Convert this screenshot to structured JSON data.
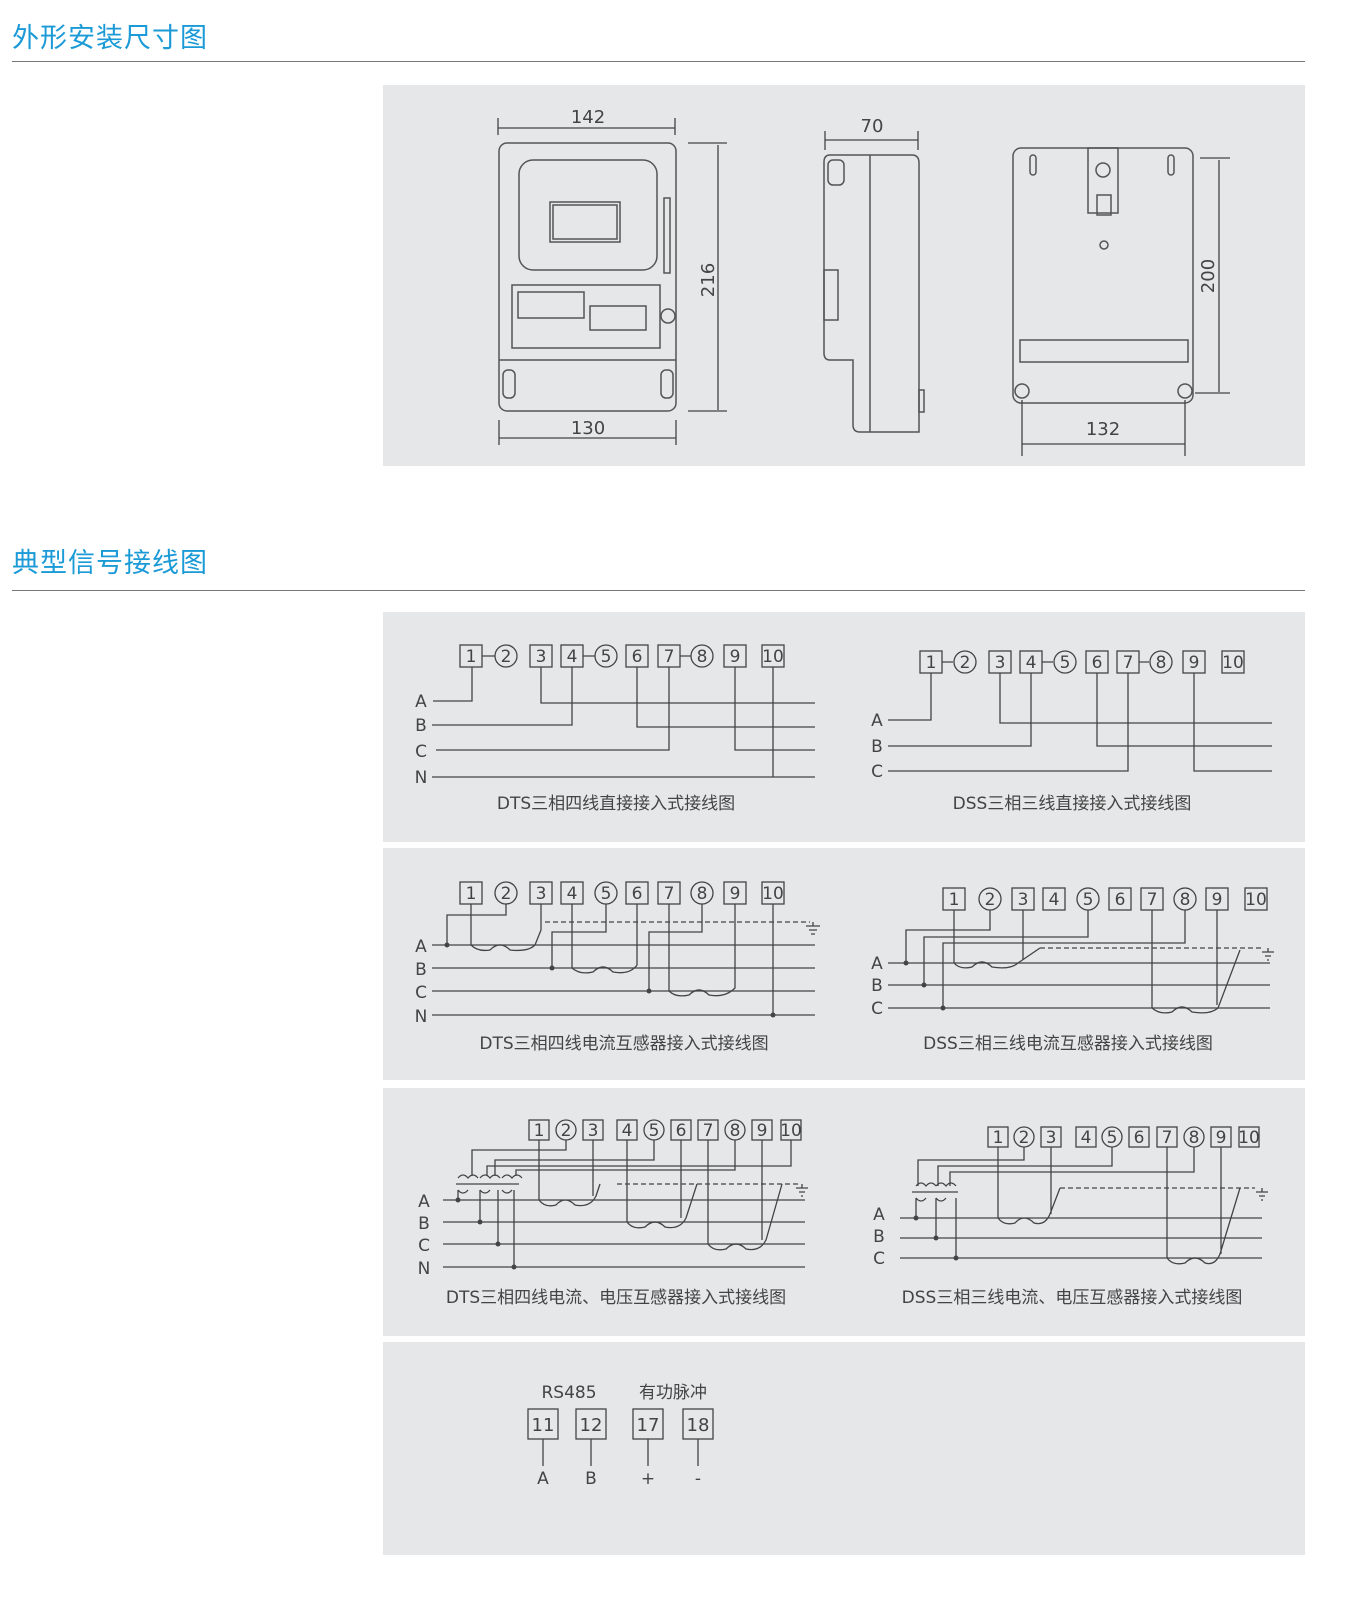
{
  "sections": {
    "dimensions_title": "外形安装尺寸图",
    "wiring_title": "典型信号接线图"
  },
  "dimensions": {
    "front_width_top": "142",
    "front_width_bottom": "130",
    "front_height": "216",
    "side_depth": "70",
    "back_height": "200",
    "back_width": "132"
  },
  "terminals": [
    "1",
    "2",
    "3",
    "4",
    "5",
    "6",
    "7",
    "8",
    "9",
    "10"
  ],
  "circled_terminals": [
    "2",
    "5",
    "8"
  ],
  "phases4": [
    "A",
    "B",
    "C",
    "N"
  ],
  "phases3": [
    "A",
    "B",
    "C"
  ],
  "diagrams": [
    {
      "caption": "DTS三相四线直接接入式接线图"
    },
    {
      "caption": "DSS三相三线直接接入式接线图"
    },
    {
      "caption": "DTS三相四线电流互感器接入式接线图"
    },
    {
      "caption": "DSS三相三线电流互感器接入式接线图"
    },
    {
      "caption": "DTS三相四线电流、电压互感器接入式接线图"
    },
    {
      "caption": "DSS三相三线电流、电压互感器接入式接线图"
    }
  ],
  "aux": {
    "rs485_label": "RS485",
    "pulse_label": "有功脉冲",
    "terminals": [
      {
        "num": "11",
        "sig": "A"
      },
      {
        "num": "12",
        "sig": "B"
      },
      {
        "num": "17",
        "sig": "+"
      },
      {
        "num": "18",
        "sig": "-"
      }
    ]
  }
}
